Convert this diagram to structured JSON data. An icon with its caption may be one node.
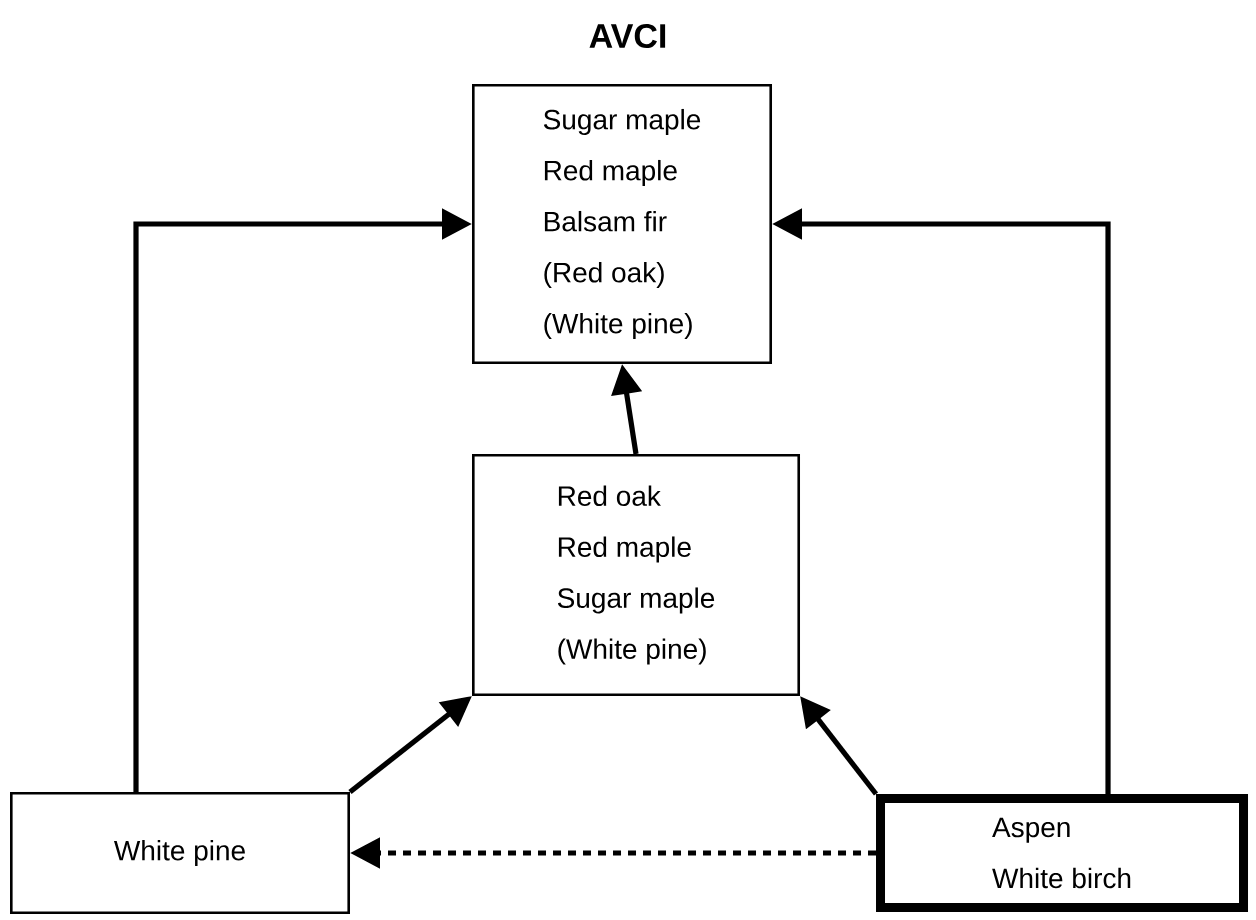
{
  "diagram": {
    "title": "AVCI",
    "nodes": [
      {
        "text": [
          "Sugar maple",
          "Red maple",
          "Balsam  fir",
          "(Red oak)",
          "(White pine)"
        ]
      },
      {
        "text": [
          "Red oak",
          "Red maple",
          "Sugar maple",
          "(White pine)"
        ]
      },
      {
        "text": [
          "White pine"
        ]
      },
      {
        "text": [
          "Aspen",
          "White birch"
        ]
      }
    ],
    "edges": [
      {
        "from": 1,
        "to": 0,
        "arrow": "to"
      },
      {
        "from": 2,
        "to": 0,
        "arrow": "to"
      },
      {
        "from": 3,
        "to": 0,
        "arrow": "to"
      },
      {
        "from": 2,
        "to": 1,
        "arrow": "to"
      },
      {
        "from": 3,
        "to": 1,
        "arrow": "to"
      },
      {
        "from": 3,
        "to": 2,
        "arrow": "to",
        "style": "dashed"
      }
    ]
  }
}
